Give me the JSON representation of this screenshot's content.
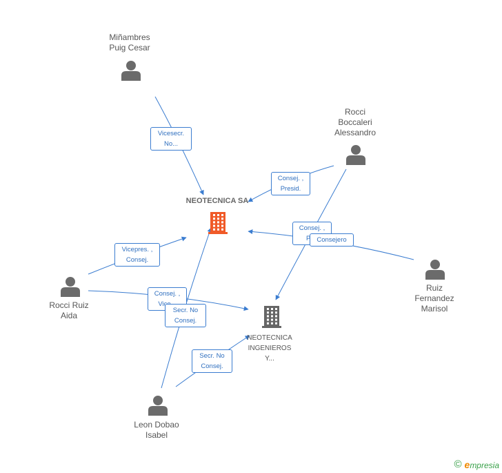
{
  "nodes": {
    "neotecnica_sa": {
      "name": "NEOTECNICA SA",
      "color": "#f05a28",
      "icon": "building-icon"
    },
    "neotecnica_ing": {
      "name_lines": [
        "NEOTECNICA",
        "INGENIEROS",
        "Y..."
      ],
      "color": "#666666",
      "icon": "building-icon"
    },
    "minambres": {
      "name_lines": [
        "Miñambres",
        "Puig Cesar"
      ],
      "icon": "person-icon"
    },
    "rocci_boccaleri": {
      "name_lines": [
        "Rocci",
        "Boccaleri",
        "Alessandro"
      ],
      "icon": "person-icon"
    },
    "ruiz_fernandez": {
      "name_lines": [
        "Ruiz",
        "Fernandez",
        "Marisol"
      ],
      "icon": "person-icon"
    },
    "rocci_ruiz": {
      "name_lines": [
        "Rocci Ruiz",
        "Aida"
      ],
      "icon": "person-icon"
    },
    "leon_dobao": {
      "name_lines": [
        "Leon Dobao",
        "Isabel"
      ],
      "icon": "person-icon"
    }
  },
  "edges": [
    {
      "from": "minambres",
      "to": "neotecnica_sa",
      "label_lines": [
        "Vicesecr.",
        "No..."
      ]
    },
    {
      "from": "rocci_boccaleri",
      "to": "neotecnica_sa",
      "label_lines": [
        "Consej. ,",
        "Presid."
      ]
    },
    {
      "from": "rocci_boccaleri",
      "to": "neotecnica_ing",
      "label_lines": [
        "Consej. ,",
        "Pr..."
      ]
    },
    {
      "from": "ruiz_fernandez",
      "to": "neotecnica_sa",
      "label_lines": [
        "Consejero"
      ]
    },
    {
      "from": "rocci_ruiz",
      "to": "neotecnica_sa",
      "label_lines": [
        "Vicepres. ,",
        "Consej."
      ]
    },
    {
      "from": "rocci_ruiz",
      "to": "neotecnica_ing",
      "label_lines": [
        "Consej. ,",
        "Vice..."
      ]
    },
    {
      "from": "leon_dobao",
      "to": "neotecnica_sa",
      "label_lines": [
        "Secr.  No",
        "Consej."
      ]
    },
    {
      "from": "leon_dobao",
      "to": "neotecnica_ing",
      "label_lines": [
        "Secr.  No",
        "Consej."
      ]
    }
  ],
  "colors": {
    "edge": "#3a7cd0",
    "person": "#6b6b6b",
    "footer_green": "#3aa14a",
    "footer_orange": "#f08a00"
  },
  "footer": {
    "copyright_symbol": "©",
    "brand_initial": "e",
    "brand_rest": "mpresia"
  }
}
